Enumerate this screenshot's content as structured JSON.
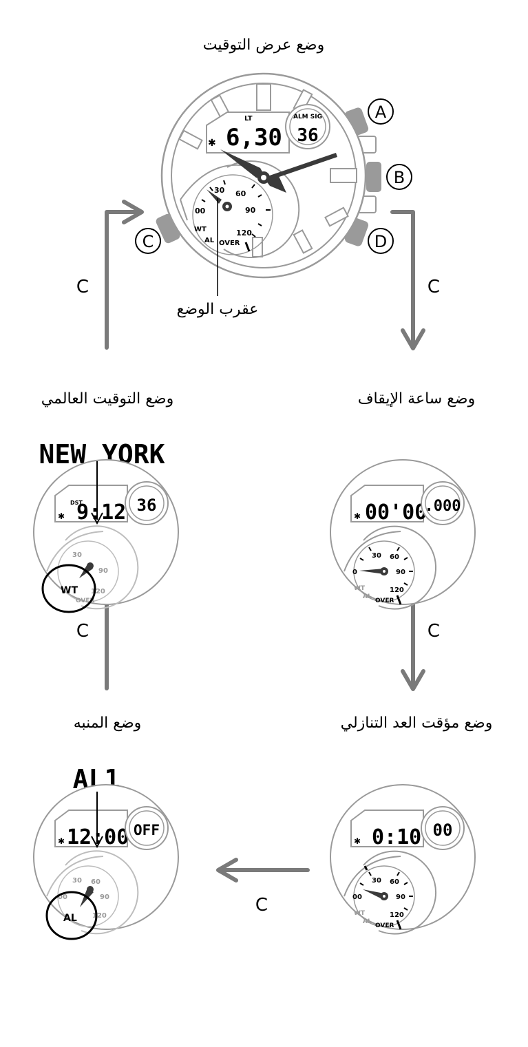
{
  "modes": {
    "timekeeping": {
      "title": "وضع عرض التوقيت"
    },
    "stopwatch": {
      "title": "وضع ساعة الإيقاف"
    },
    "countdown": {
      "title": "وضع مؤقت العد التنازلي"
    },
    "alarm": {
      "title": "وضع المنبه"
    },
    "worldtime": {
      "title": "وضع التوقيت العالمي"
    }
  },
  "transition_label": "C",
  "mode_hand_label": "عقرب الوضع",
  "buttons": {
    "a": "A",
    "b": "B",
    "c": "C",
    "d": "D"
  },
  "main_watch": {
    "lt": "LT",
    "time": "6,30",
    "alm_sig": "ALM SIG",
    "seconds": "36",
    "dial": {
      "d00": "00",
      "d30": "30",
      "d60": "60",
      "d90": "90",
      "d120": "120",
      "wt": "WT",
      "al": "AL",
      "over": "OVER"
    }
  },
  "stopwatch_watch": {
    "main": "00'00",
    "sub": ".000",
    "dial": {
      "d0": "0",
      "d30": "30",
      "d60": "60",
      "d90": "90",
      "d120": "120",
      "wt": "WT",
      "al": "AL",
      "over": "OVER"
    }
  },
  "countdown_watch": {
    "main": "0:10'",
    "sub": "00",
    "dial": {
      "d00": "00",
      "d30": "30",
      "d60": "60",
      "d90": "90",
      "d120": "120",
      "wt": "WT",
      "al": "AL",
      "over": "OVER"
    }
  },
  "alarm_watch": {
    "top_label": "AL1",
    "main": "12:00",
    "sub": "OFF",
    "dial": {
      "d00": "00",
      "d30": "30",
      "d60": "60",
      "d90": "90",
      "d120": "120"
    },
    "callout": "AL"
  },
  "worldtime_watch": {
    "top_label": "NEW YORK",
    "dst": "DST",
    "main": "9:12",
    "sub": "36",
    "dial": {
      "d30": "30",
      "d90": "90",
      "d120": "120",
      "over": "OVER"
    },
    "callout": "WT"
  },
  "colors": {
    "arrow": "#7a7a7a",
    "outline": "#9a9a9a",
    "hand": "#3a3a3a",
    "button": "#9a9a9a"
  }
}
